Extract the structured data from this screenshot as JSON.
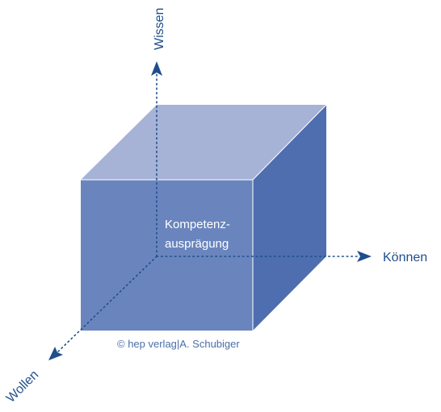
{
  "axes": {
    "up": "Wissen",
    "right": "Können",
    "diagonal": "Wollen"
  },
  "cube": {
    "label_line1": "Kompetenz-",
    "label_line2": "ausprägung"
  },
  "copyright": "© hep verlag|A. Schubiger",
  "colors": {
    "front": "#6a85be",
    "top": "#a6b3d6",
    "side": "#4f6eaf",
    "edge": "#ffffff",
    "axis": "#1f4e8c"
  }
}
